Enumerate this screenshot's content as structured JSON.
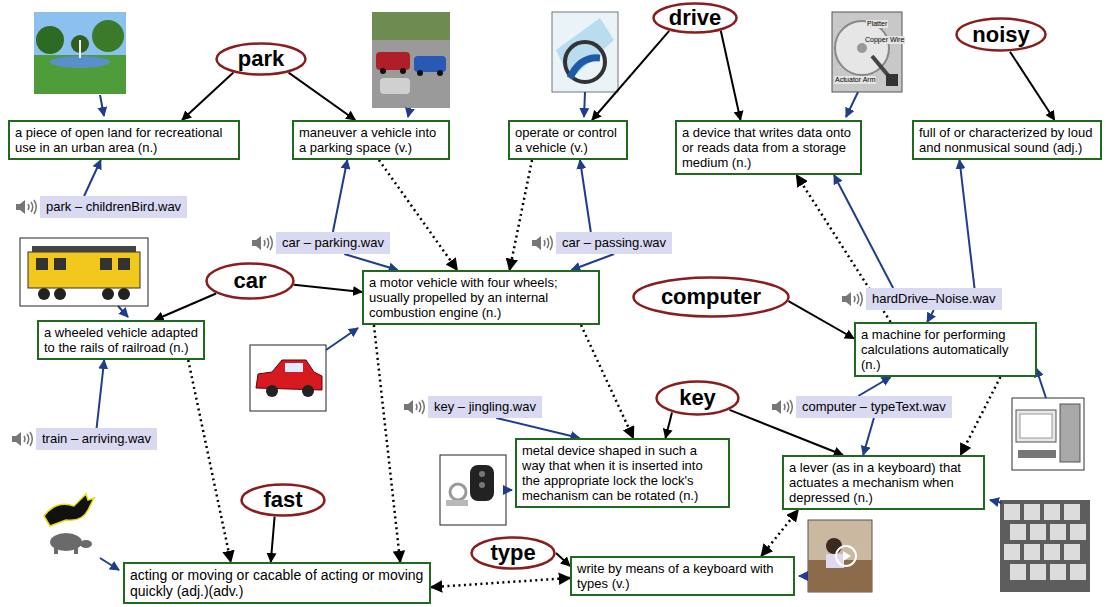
{
  "diagram": {
    "nodes": [
      {
        "text": [
          "park"
        ]
      },
      {
        "text": [
          "drive"
        ]
      },
      {
        "text": [
          "noisy"
        ]
      },
      {
        "text": [
          "a piece of open land for recreational use in an urban area (n.)"
        ]
      },
      {
        "text": [
          "maneuver a vehicle into a parking space (v.)"
        ]
      },
      {
        "text": [
          "operate or control a vehicle (v.)"
        ]
      },
      {
        "text": [
          "a device that writes data onto or reads data from a storage medium (n.)"
        ]
      },
      {
        "text": [
          "full of or characterized by loud and nonmusical sound (adj.)"
        ]
      },
      {
        "text": [
          "park – childrenBird.wav"
        ]
      },
      {
        "text": [
          "car – parking.wav"
        ]
      },
      {
        "text": [
          "car – passing.wav"
        ]
      },
      {
        "text": [
          "hardDrive–Noise.wav"
        ]
      },
      {
        "text": [
          "car"
        ]
      },
      {
        "text": [
          "computer"
        ]
      },
      {
        "text": [
          "a motor vehicle with four wheels; usually propelled by an internal combustion engine (n.)"
        ]
      },
      {
        "text": [
          "a machine for performing calculations automatically (n.)"
        ]
      },
      {
        "text": [
          "a wheeled vehicle adapted to the rails of railroad (n.)"
        ]
      },
      {
        "text": [
          "key – jingling.wav"
        ]
      },
      {
        "text": [
          "key"
        ]
      },
      {
        "text": [
          "computer – typeText.wav"
        ]
      },
      {
        "text": [
          "metal device shaped in such a way that when it is inserted into the appropriate lock the lock's mechanism can be rotated (n.)"
        ]
      },
      {
        "text": [
          "a lever (as in a keyboard) that actuates a mechanism when depressed (n.)"
        ]
      },
      {
        "text": [
          "train – arriving.wav"
        ]
      },
      {
        "text": [
          "fast"
        ]
      },
      {
        "text": [
          "type"
        ]
      },
      {
        "text": [
          "acting or moving or cacable of acting or moving quickly (adj.)(adv.)"
        ]
      },
      {
        "text": [
          "write by means of a keyboard with types (v.)"
        ]
      }
    ],
    "edges": [
      {
        "from": 0,
        "to": 3,
        "arrow": "to"
      },
      {
        "from": 0,
        "to": 4,
        "arrow": "to"
      },
      {
        "from": 1,
        "to": 5,
        "arrow": "to"
      },
      {
        "from": 1,
        "to": 6,
        "arrow": "to"
      },
      {
        "from": 2,
        "to": 7,
        "arrow": "to"
      },
      {
        "from": 12,
        "to": 16,
        "arrow": "to"
      },
      {
        "from": 12,
        "to": 14,
        "arrow": "to"
      },
      {
        "from": 13,
        "to": 15,
        "arrow": "to"
      },
      {
        "from": 18,
        "to": 20,
        "arrow": "to"
      },
      {
        "from": 18,
        "to": 21,
        "arrow": "to"
      },
      {
        "from": 23,
        "to": 25,
        "arrow": "to"
      },
      {
        "from": 24,
        "to": 26,
        "arrow": "to"
      },
      {
        "from": 4,
        "to": 14,
        "arrow": "to"
      },
      {
        "from": 5,
        "to": 14,
        "arrow": "to"
      },
      {
        "from": 15,
        "to": 6,
        "arrow": "to"
      },
      {
        "from": 15,
        "to": 21,
        "arrow": "to"
      },
      {
        "from": 16,
        "to": 25,
        "arrow": "to"
      },
      {
        "from": 14,
        "to": 25,
        "arrow": "to"
      },
      {
        "from": 14,
        "to": 20,
        "arrow": "to"
      },
      {
        "from": 25,
        "to": 26,
        "arrow": "both"
      },
      {
        "from": 26,
        "to": 21,
        "arrow": "both"
      },
      {
        "from": 8,
        "to": 3,
        "arrow": "to"
      },
      {
        "from": 9,
        "to": 4,
        "arrow": "to"
      },
      {
        "from": 9,
        "to": 14,
        "arrow": "to"
      },
      {
        "from": 10,
        "to": 5,
        "arrow": "to"
      },
      {
        "from": 10,
        "to": 14,
        "arrow": "to"
      },
      {
        "from": 11,
        "to": 6,
        "arrow": "to"
      },
      {
        "from": 11,
        "to": 7,
        "arrow": "to"
      },
      {
        "from": 11,
        "to": 15,
        "arrow": "to"
      },
      {
        "from": 17,
        "to": 20,
        "arrow": "to"
      },
      {
        "from": 19,
        "to": 15,
        "arrow": "to"
      },
      {
        "from": 19,
        "to": 21,
        "arrow": "to"
      },
      {
        "from": 22,
        "to": 16,
        "arrow": "to"
      }
    ],
    "labels": [
      "Platter",
      "Copper Wire",
      "Actuator Arm"
    ]
  }
}
